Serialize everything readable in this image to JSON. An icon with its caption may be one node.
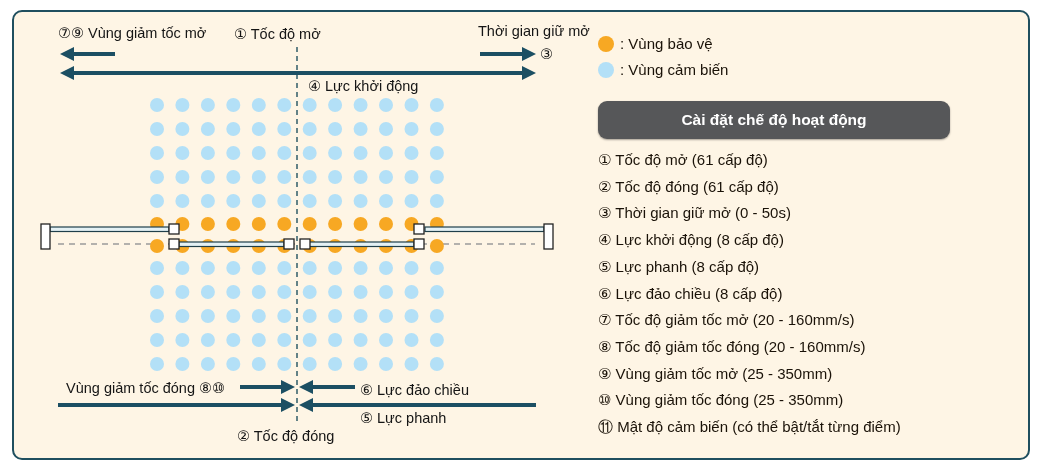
{
  "diagram": {
    "nodes": [
      {
        "text": [
          "Cài đặt chế độ hoạt động"
        ]
      }
    ],
    "labels": [
      "⑦⑨ Vùng giảm tốc mở",
      "① Tốc độ mở",
      "Thời gian giữ mở",
      "③",
      "④ Lực khởi động",
      "Vùng giảm tốc đóng ⑧⑩",
      "⑥ Lực đảo chiều",
      "⑤ Lực phanh",
      "② Tốc độ đóng",
      "① Tốc độ mở (61 cấp độ)",
      "② Tốc độ đóng (61 cấp độ)",
      "③ Thời gian giữ mở (0 - 50s)",
      "④ Lực khởi động (8 cấp độ)",
      "⑤ Lực phanh (8 cấp độ)",
      "⑥ Lực đảo chiều (8 cấp độ)",
      "⑦ Tốc độ giảm tốc mở (20 - 160mm/s)",
      "⑧ Tốc độ giảm tốc đóng (20 - 160mm/s)",
      "⑨ Vùng giảm tốc mở (25 - 350mm)",
      "⑩ Vùng giảm tốc đóng (25 - 350mm)",
      "⑪ Mật độ cảm biến (có thể bật/tắt từng điểm)"
    ],
    "legend": [
      {
        "text": ": Vùng bảo vệ",
        "color": "#f7a823"
      },
      {
        "text": ": Vùng cảm biến",
        "color": "#b3e0f7"
      }
    ]
  }
}
